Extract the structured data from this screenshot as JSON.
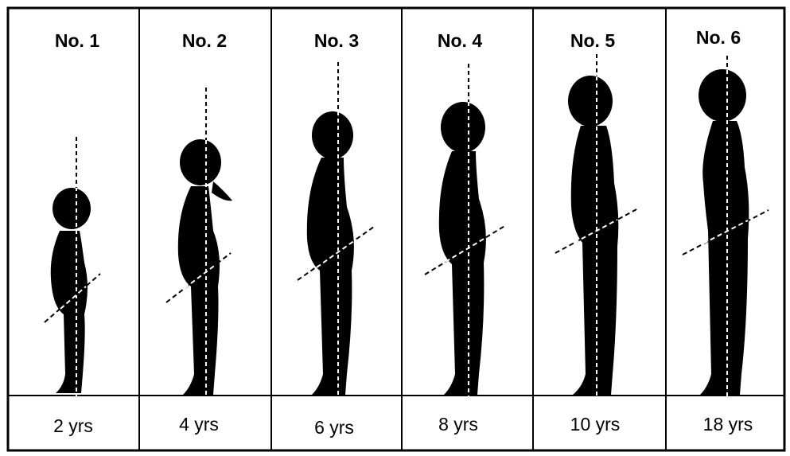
{
  "panels": [
    {
      "number": "No. 1",
      "age": "2 yrs"
    },
    {
      "number": "No. 2",
      "age": "4 yrs"
    },
    {
      "number": "No. 3",
      "age": "6 yrs"
    },
    {
      "number": "No. 4",
      "age": "8 yrs"
    },
    {
      "number": "No. 5",
      "age": "10 yrs"
    },
    {
      "number": "No. 6",
      "age": "18 yrs"
    }
  ],
  "colors": {
    "ink": "#000000",
    "background": "#ffffff"
  }
}
